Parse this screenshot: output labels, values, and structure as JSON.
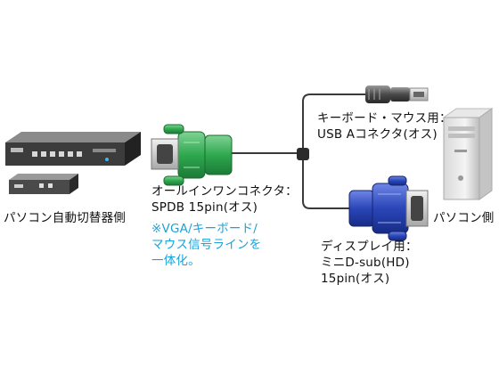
{
  "labels": {
    "switch_side": "パソコン自動切替器側",
    "pc_side": "パソコン側",
    "usb_line1": "キーボード・マウス用：",
    "usb_line2": "USB Aコネクタ(オス)",
    "allinone_line1": "オールインワンコネクタ：",
    "allinone_line2": "SPDB 15pin(オス)",
    "note_line1": "※VGA/キーボード/",
    "note_line2": "マウス信号ラインを",
    "note_line3": "一体化。",
    "display_line1": "ディスプレイ用：",
    "display_line2": "ミニD-sub(HD)",
    "display_line3": "15pin(オス)"
  },
  "colors": {
    "spdb_connector": "#2fa84f",
    "vga_connector": "#2a46b8",
    "usb_connector": "#7a7a7a",
    "cable": "#3a3a3a",
    "note_text": "#1aa3d9"
  },
  "icons": {
    "kvm_switch_large": "kvm-switch-icon",
    "kvm_switch_small": "kvm-switch-compact-icon",
    "pc_tower": "pc-tower-icon"
  }
}
